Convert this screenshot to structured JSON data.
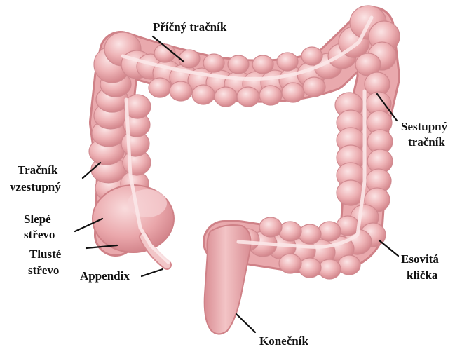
{
  "diagram": {
    "colors": {
      "tissue": "#e9a9ad",
      "tissue_dark": "#cf8187",
      "tissue_light": "#f6d3d5",
      "highlight": "#fbe7e8",
      "label": "#111111"
    },
    "labels": {
      "pricny_tracnik": "Příčný tračník",
      "sestupny_line1": "Sestupný",
      "sestupny_line2": "tračník",
      "tracnik_line1": "Tračník",
      "tracnik_line2": "vzestupný",
      "slepe_line1": "Slepé",
      "slepe_line2": "střevo",
      "tluste_line1": "Tlusté",
      "tluste_line2": "střevo",
      "appendix": "Appendix",
      "esovita_line1": "Esovitá",
      "esovita_line2": "klička",
      "konecnik": "Konečník"
    }
  }
}
